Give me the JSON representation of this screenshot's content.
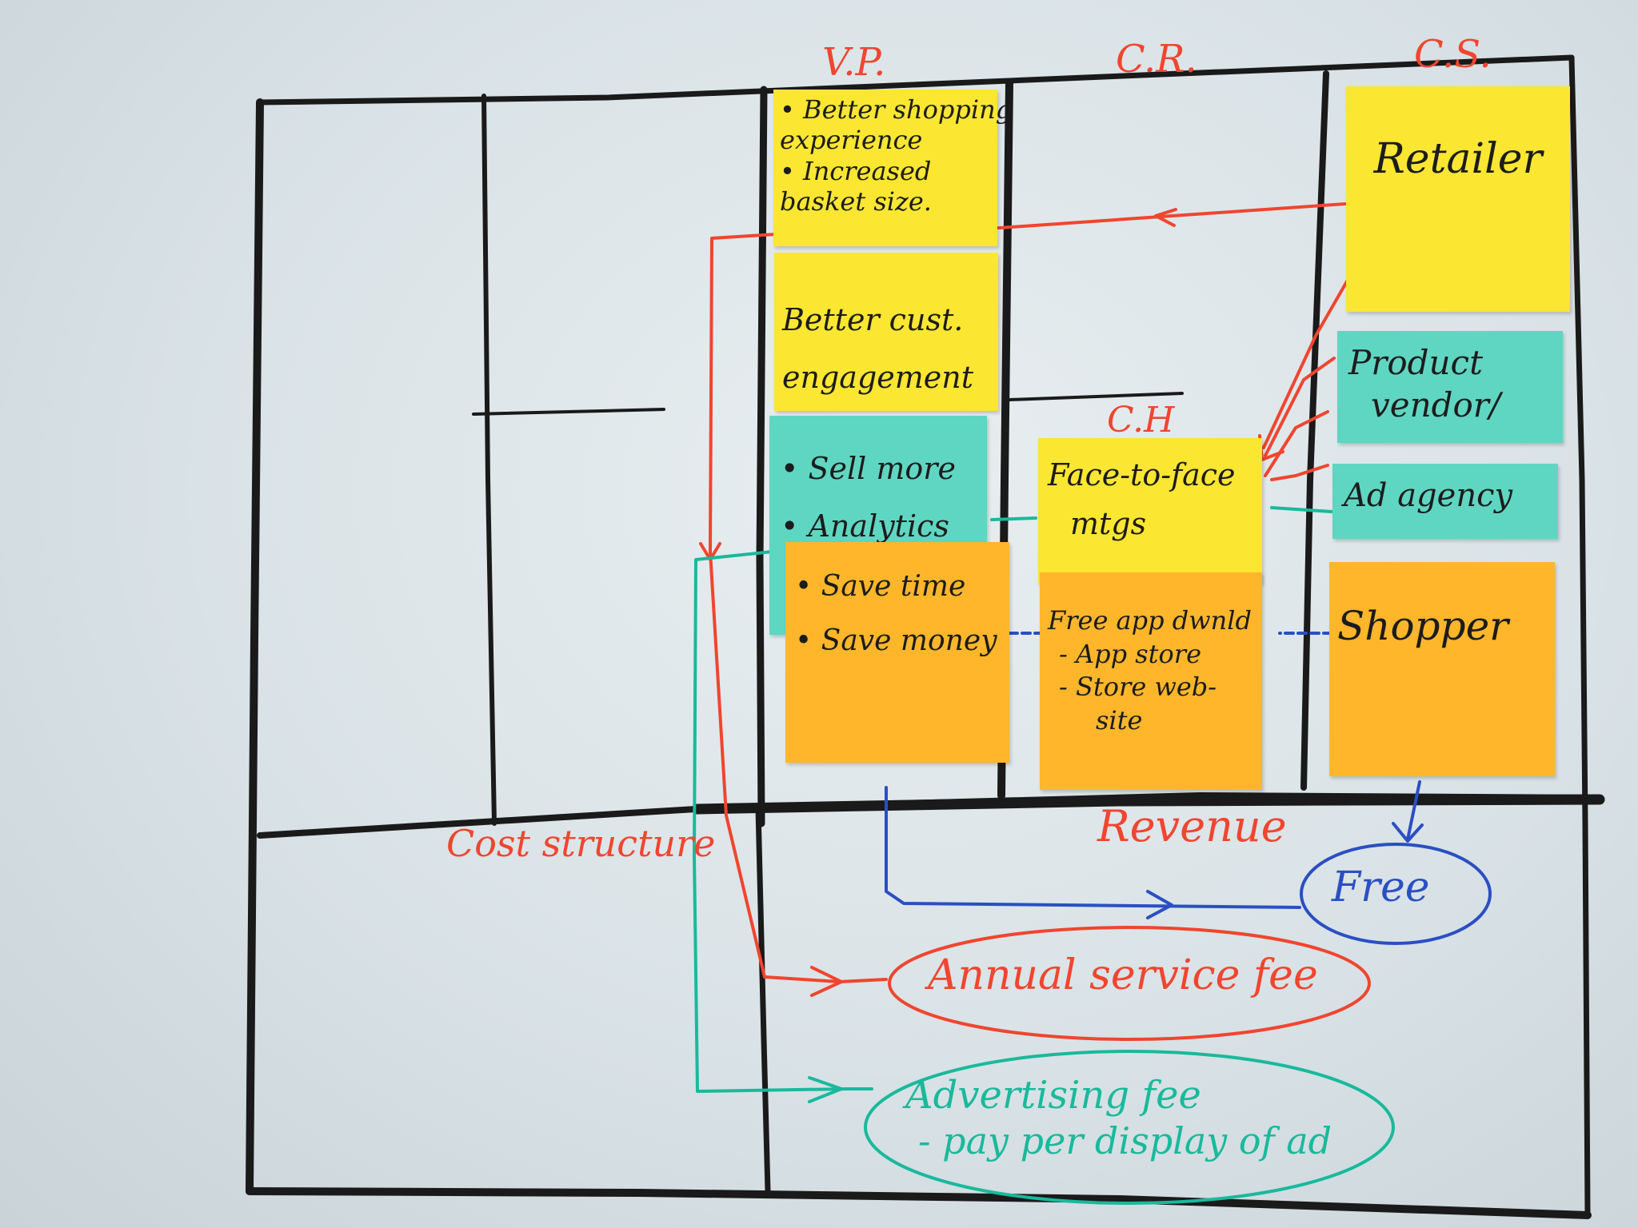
{
  "headers": {
    "vp": "V.P.",
    "cr": "C.R.",
    "cs": "C.S.",
    "ch": "C.H"
  },
  "notes": {
    "vp1": [
      "• Better shopping",
      "experience",
      "• Increased",
      "basket size."
    ],
    "vp2": [
      "Better cust.",
      "engagement"
    ],
    "vp3": [
      "• Sell more",
      "• Analytics"
    ],
    "vp4": [
      "• Save time",
      "• Save money"
    ],
    "ch1": [
      "Face-to-face",
      "mtgs"
    ],
    "ch2": [
      "Free app dwnld",
      "- App store",
      "- Store web-",
      "site"
    ],
    "cs1": "Retailer",
    "cs2": [
      "Product",
      "vendor/"
    ],
    "cs3": "Ad agency",
    "cs4": "Shopper"
  },
  "labels": {
    "cost_structure": "Cost structure",
    "revenue": "Revenue",
    "free": "Free",
    "annual_fee": "Annual service fee",
    "ad_fee_1": "Advertising fee",
    "ad_fee_2": "- pay per display of ad"
  },
  "colors": {
    "marker_black": "#1a1a1a",
    "marker_red": "#f0452f",
    "marker_blue": "#2a4fc3",
    "marker_teal": "#19b99c",
    "note_yellow": "#fbe631",
    "note_orange": "#ffb62b",
    "note_cyan": "#5fd6c2"
  }
}
